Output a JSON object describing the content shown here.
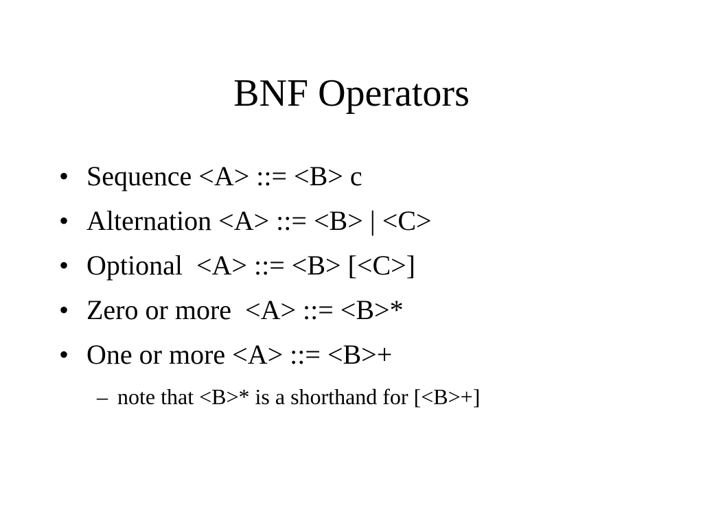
{
  "slide": {
    "title": "BNF Operators",
    "bullet_symbol": "•",
    "sub_bullet_symbol": "–",
    "bullets": [
      {
        "text": "Sequence <A> ::= <B> c"
      },
      {
        "text": "Alternation <A> ::= <B> | <C>"
      },
      {
        "text": "Optional  <A> ::= <B> [<C>]"
      },
      {
        "text": "Zero or more  <A> ::= <B>*"
      },
      {
        "text": "One or more <A> ::= <B>+"
      }
    ],
    "sub_bullets": [
      {
        "text": "note that <B>* is a shorthand for [<B>+]"
      }
    ]
  }
}
